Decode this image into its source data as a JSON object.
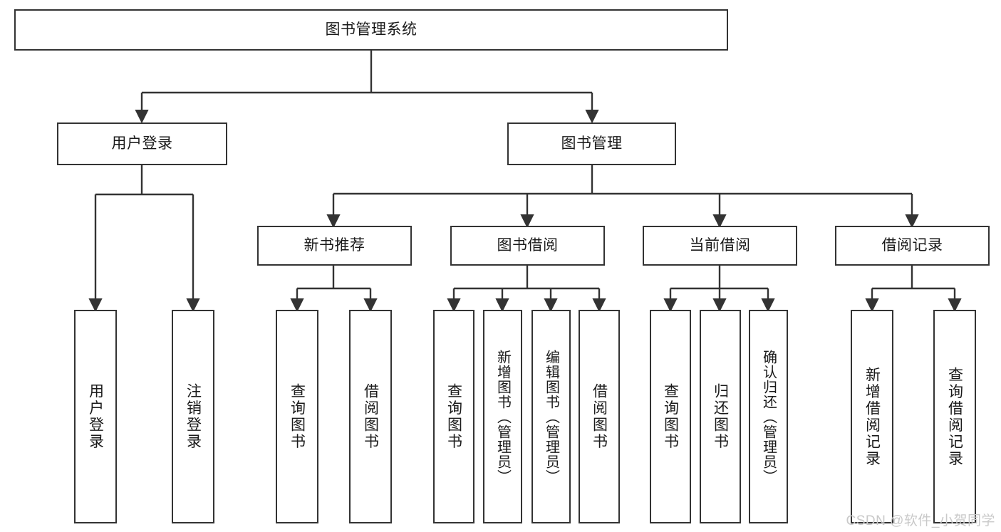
{
  "diagram": {
    "title": "图书管理系统",
    "type": "hierarchy-tree",
    "line_color": "#333333",
    "box_fill": "#ffffff",
    "text_color": "#1a1a1a",
    "nodes": {
      "root": {
        "label": "图书管理系统"
      },
      "level2": [
        {
          "id": "user-login",
          "label": "用户登录"
        },
        {
          "id": "book-management",
          "label": "图书管理"
        }
      ],
      "level3": [
        {
          "id": "new-book-recommend",
          "label": "新书推荐"
        },
        {
          "id": "book-borrow",
          "label": "图书借阅"
        },
        {
          "id": "current-borrow",
          "label": "当前借阅"
        },
        {
          "id": "borrow-record",
          "label": "借阅记录"
        }
      ],
      "leaves": [
        {
          "id": "leaf-user-login",
          "label": "用户登录"
        },
        {
          "id": "leaf-logout",
          "label": "注销登录"
        },
        {
          "id": "leaf-query-book-1",
          "label": "查询图书"
        },
        {
          "id": "leaf-borrow-book-1",
          "label": "借阅图书"
        },
        {
          "id": "leaf-query-book-2",
          "label": "查询图书"
        },
        {
          "id": "leaf-add-book",
          "label": "新增图书（管理员）"
        },
        {
          "id": "leaf-edit-book",
          "label": "编辑图书（管理员）"
        },
        {
          "id": "leaf-borrow-book-2",
          "label": "借阅图书"
        },
        {
          "id": "leaf-query-book-3",
          "label": "查询图书"
        },
        {
          "id": "leaf-return-book",
          "label": "归还图书"
        },
        {
          "id": "leaf-confirm-return",
          "label": "确认归还（管理员）"
        },
        {
          "id": "leaf-add-record",
          "label": "新增借阅记录"
        },
        {
          "id": "leaf-query-record",
          "label": "查询借阅记录"
        }
      ]
    }
  },
  "watermark": {
    "text": "CSDN @软件_小贺同学"
  }
}
